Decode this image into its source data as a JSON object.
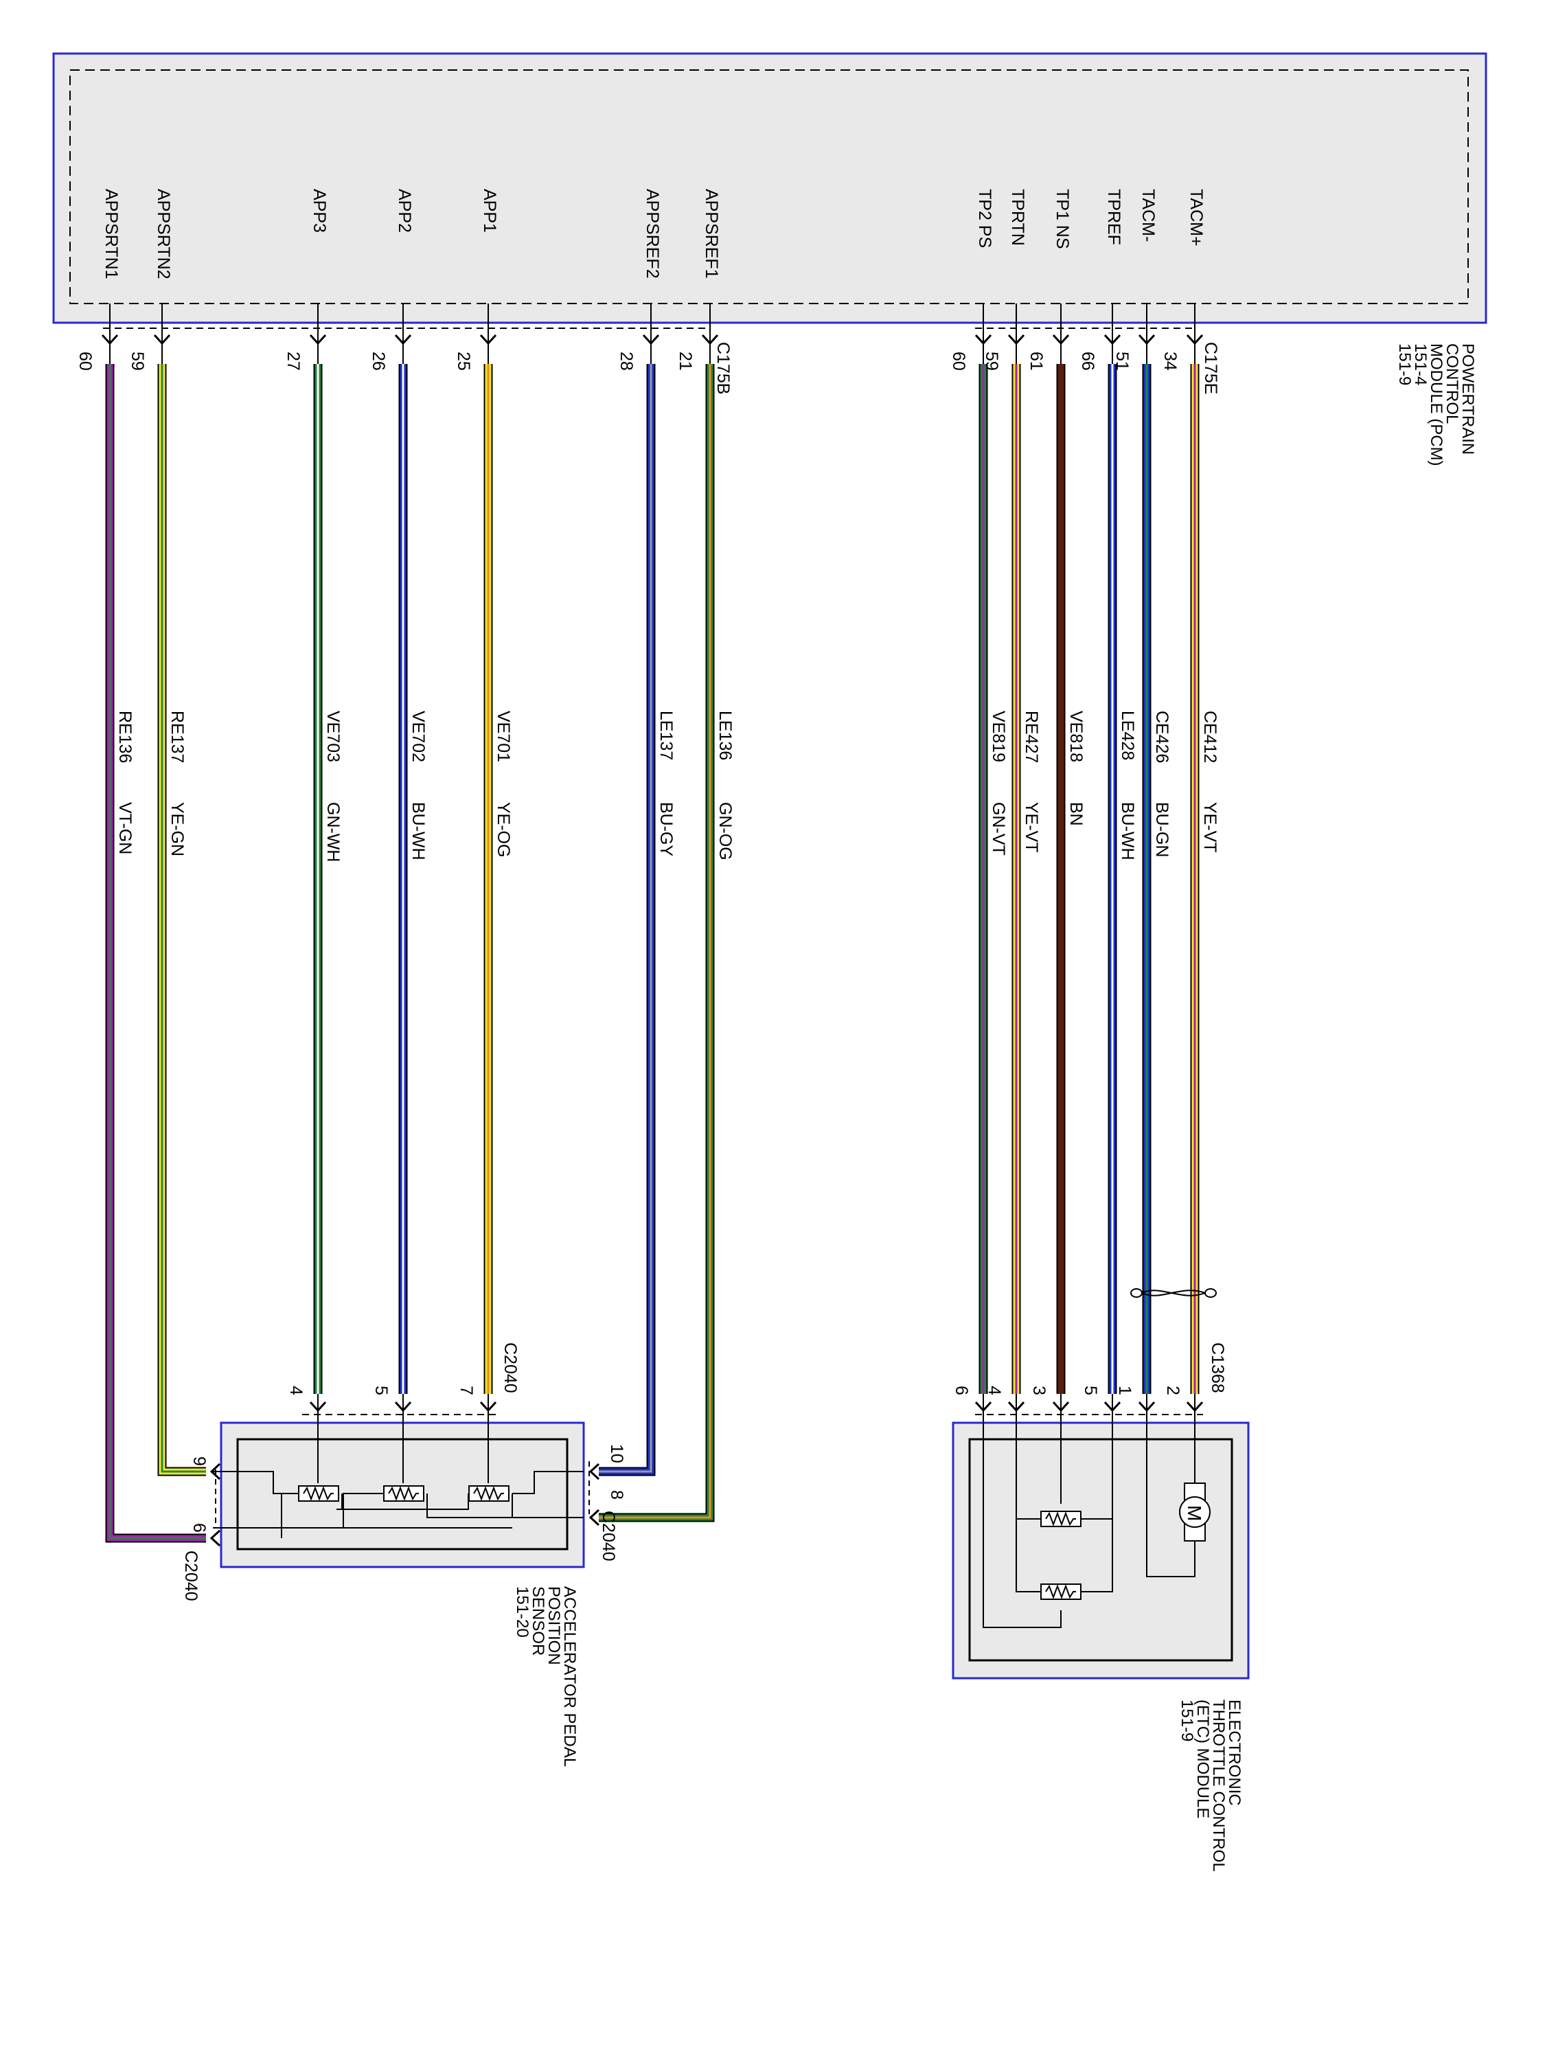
{
  "modules": {
    "pcm": {
      "lines": [
        "POWERTRAIN",
        "CONTROL",
        "MODULE (PCM)",
        "151-4",
        "151-9"
      ]
    },
    "apps": {
      "lines": [
        "ACCELERATOR PEDAL",
        "POSITION",
        "SENSOR",
        "151-20"
      ]
    },
    "etc": {
      "lines": [
        "ELECTRONIC",
        "THROTTLE CONTROL",
        "(ETC) MODULE",
        "151-9"
      ]
    }
  },
  "connectors": {
    "c175b": "C175B",
    "c175e": "C175E",
    "c2040_top": "C2040",
    "c2040_right": "C2040",
    "c2040_left": "C2040",
    "c1368": "C1368"
  },
  "circuits": [
    {
      "signal": "APPSRTN1",
      "pcm_pin": "60",
      "circuit": "RE136",
      "color_code": "VT-GN",
      "comp_pin": "6",
      "colors": [
        "#b01ab8",
        "#1f8a3a"
      ]
    },
    {
      "signal": "APPSRTN2",
      "pcm_pin": "59",
      "circuit": "RE137",
      "color_code": "YE-GN",
      "comp_pin": "9",
      "colors": [
        "#f5e62a",
        "#1f8a3a"
      ]
    },
    {
      "signal": "APP3",
      "pcm_pin": "27",
      "circuit": "VE703",
      "color_code": "GN-WH",
      "comp_pin": "4",
      "colors": [
        "#1f8a3a",
        "#ffffff"
      ]
    },
    {
      "signal": "APP2",
      "pcm_pin": "26",
      "circuit": "VE702",
      "color_code": "BU-WH",
      "comp_pin": "5",
      "colors": [
        "#1c2fd0",
        "#ffffff"
      ]
    },
    {
      "signal": "APP1",
      "pcm_pin": "25",
      "circuit": "VE701",
      "color_code": "YE-OG",
      "comp_pin": "7",
      "colors": [
        "#f5e62a",
        "#f08a1c"
      ]
    },
    {
      "signal": "APPSREF2",
      "pcm_pin": "28",
      "circuit": "LE137",
      "color_code": "BU-GY",
      "comp_pin": "10",
      "colors": [
        "#1c2fd0",
        "#9a9a9a"
      ]
    },
    {
      "signal": "APPSREF1",
      "pcm_pin": "21",
      "circuit": "LE136",
      "color_code": "GN-OG",
      "comp_pin": "8",
      "colors": [
        "#1f8a3a",
        "#f08a1c"
      ]
    },
    {
      "signal": "TP2 PS",
      "pcm_pin": "60",
      "circuit": "VE819",
      "color_code": "GN-VT",
      "comp_pin": "6",
      "colors": [
        "#1f8a3a",
        "#b01ab8"
      ]
    },
    {
      "signal": "TPRTN",
      "pcm_pin": "59",
      "circuit": "RE427",
      "color_code": "YE-VT",
      "comp_pin": "4",
      "colors": [
        "#f5e62a",
        "#b01ab8"
      ]
    },
    {
      "signal": "TP1 NS",
      "pcm_pin": "61",
      "circuit": "VE818",
      "color_code": "BN",
      "comp_pin": "3",
      "colors": [
        "#5a1e10",
        "#5a1e10"
      ]
    },
    {
      "signal": "TPREF",
      "pcm_pin": "66",
      "circuit": "LE428",
      "color_code": "BU-WH",
      "comp_pin": "5",
      "colors": [
        "#1c2fd0",
        "#ffffff"
      ]
    },
    {
      "signal": "TACM-",
      "pcm_pin": "51",
      "circuit": "CE426",
      "color_code": "BU-GN",
      "comp_pin": "1",
      "colors": [
        "#1c2fd0",
        "#1f8a3a"
      ]
    },
    {
      "signal": "TACM+",
      "pcm_pin": "34",
      "circuit": "CE412",
      "color_code": "YE-VT",
      "comp_pin": "2",
      "colors": [
        "#f5e62a",
        "#b01ab8"
      ]
    }
  ],
  "motor_symbol": "M",
  "line_colors": {
    "module_border": "#2a2acd",
    "module_fill": "#e9e9e9"
  }
}
